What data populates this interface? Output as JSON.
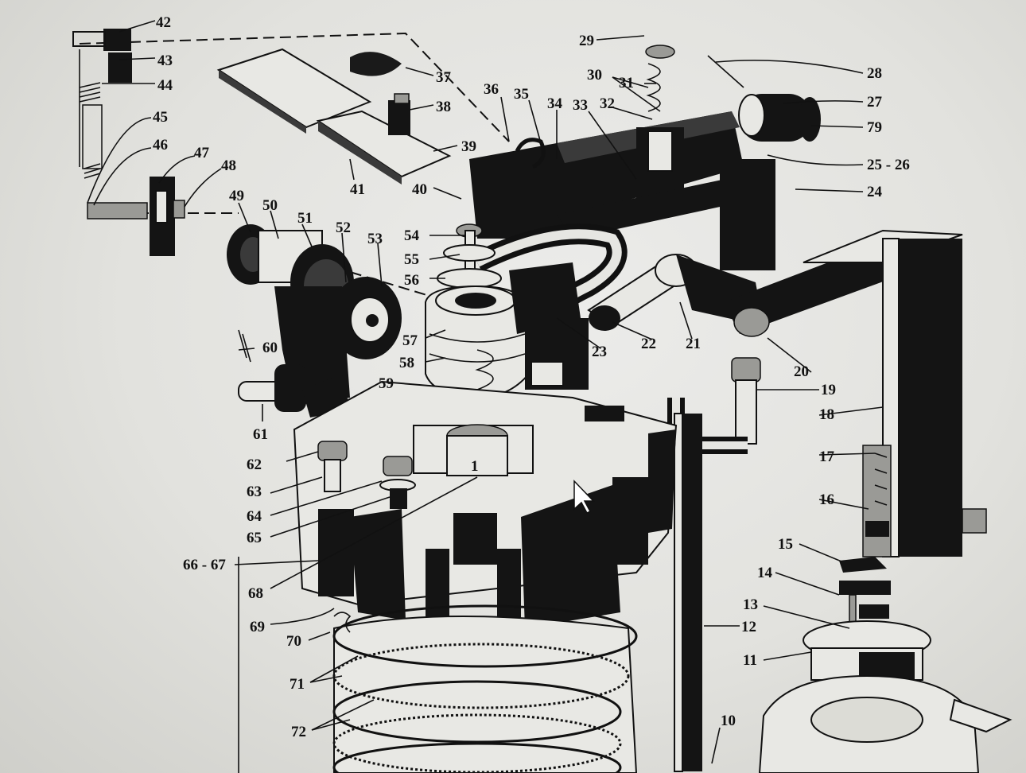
{
  "figure": {
    "part_labels": [
      "10",
      "11",
      "12",
      "13",
      "14",
      "15",
      "16",
      "17",
      "18",
      "19",
      "20",
      "21",
      "22",
      "23",
      "24",
      "25 - 26",
      "27",
      "28",
      "29",
      "30",
      "31",
      "32",
      "33",
      "34",
      "35",
      "36",
      "37",
      "38",
      "39",
      "40",
      "41",
      "42",
      "43",
      "44",
      "45",
      "46",
      "47",
      "48",
      "49",
      "50",
      "51",
      "52",
      "53",
      "54",
      "55",
      "56",
      "57",
      "58",
      "59",
      "60",
      "61",
      "62",
      "63",
      "64",
      "65",
      "66 - 67",
      "68",
      "69",
      "70",
      "71",
      "72",
      "79",
      "1"
    ]
  }
}
